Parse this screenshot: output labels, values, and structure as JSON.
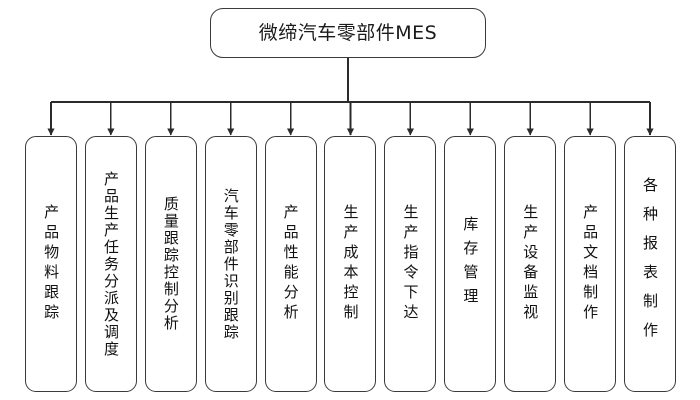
{
  "diagram": {
    "type": "organization-tree",
    "orientation": "top-down",
    "background_color": "#ffffff",
    "line_color": "#2b2b2b",
    "border_color": "#3a3a3a",
    "text_color": "#111111",
    "root": {
      "label": "微缔汽车零部件MES"
    },
    "connector": {
      "trunk_label": "root-to-bus-connector",
      "bus_label": "horizontal-distribution-bus",
      "arrow_label": "down-arrow"
    },
    "leaves": [
      {
        "label": "产品物料跟踪",
        "chars": 6,
        "spacing": "normal"
      },
      {
        "label": "产品生产任务分派及调度",
        "chars": 11,
        "spacing": "tight"
      },
      {
        "label": "质量跟踪控制分析",
        "chars": 8,
        "spacing": "tight"
      },
      {
        "label": "汽车零部件识别跟踪",
        "chars": 9,
        "spacing": "tight"
      },
      {
        "label": "产品性能分析",
        "chars": 6,
        "spacing": "normal"
      },
      {
        "label": "生产成本控制",
        "chars": 6,
        "spacing": "normal"
      },
      {
        "label": "生产指令下达",
        "chars": 6,
        "spacing": "normal"
      },
      {
        "label": "库存管理",
        "chars": 4,
        "spacing": "wide"
      },
      {
        "label": "生产设备监视",
        "chars": 6,
        "spacing": "normal"
      },
      {
        "label": "产品文档制作",
        "chars": 6,
        "spacing": "normal"
      },
      {
        "label": "各种报表制作",
        "chars": 6,
        "spacing": "xwide"
      }
    ]
  }
}
